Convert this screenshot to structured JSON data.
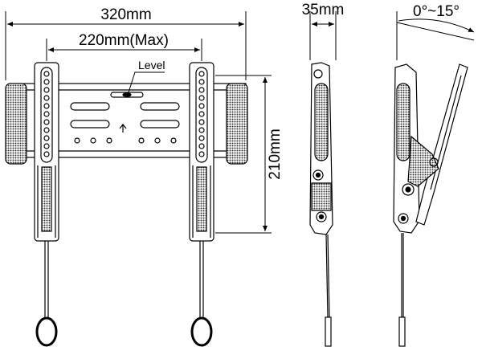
{
  "dimensions": {
    "overall_width": "320mm",
    "vesa_width_max": "220mm(Max)",
    "vesa_height": "210mm",
    "profile_depth": "35mm",
    "tilt_range": "0°~15°"
  },
  "callouts": {
    "level": "Level"
  },
  "colors": {
    "line": "#000000",
    "background": "#ffffff",
    "pad_fill": "#7a7a7a"
  }
}
